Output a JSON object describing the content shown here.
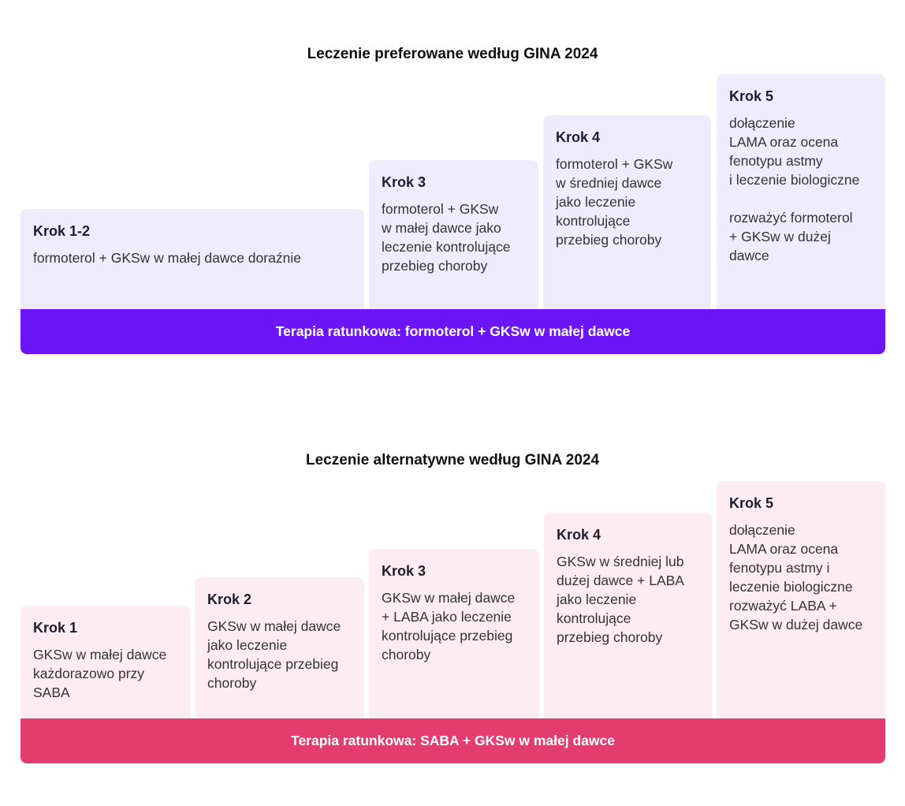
{
  "preferred": {
    "title": "Leczenie preferowane według GINA 2024",
    "steps": [
      {
        "title": "Krok 1-2",
        "text": "formoterol + GKSw w małej dawce doraźnie"
      },
      {
        "title": "Krok 3",
        "text": "formoterol + GKSw\nw małej dawce jako\nleczenie kontrolujące\nprzebieg choroby"
      },
      {
        "title": "Krok 4",
        "text": "formoterol + GKSw\nw średniej dawce\njako leczenie\nkontrolujące\nprzebieg choroby"
      },
      {
        "title": "Krok 5",
        "text": "dołączenie\nLAMA oraz ocena\nfenotypu astmy\ni leczenie biologiczne\n\nrozważyć formoterol\n+ GKSw w dużej\ndawce"
      }
    ],
    "rescue": "Terapia ratunkowa: formoterol + GKSw w małej dawce"
  },
  "alternative": {
    "title": "Leczenie alternatywne według GINA 2024",
    "steps": [
      {
        "title": "Krok 1",
        "text": "GKSw w małej dawce\nkażdorazowo przy\nSABA"
      },
      {
        "title": "Krok 2",
        "text": "GKSw w małej dawce\njako leczenie\nkontrolujące przebieg\nchoroby"
      },
      {
        "title": "Krok 3",
        "text": "GKSw w małej dawce\n+ LABA jako leczenie\nkontrolujące przebieg\nchoroby"
      },
      {
        "title": "Krok 4",
        "text": "GKSw w średniej lub\ndużej dawce + LABA\njako leczenie\nkontrolujące\nprzebieg choroby"
      },
      {
        "title": "Krok 5",
        "text": "dołączenie\nLAMA oraz ocena\nfenotypu astmy i\nleczenie biologiczne\nrozważyć LABA +\nGKSw w dużej dawce"
      }
    ],
    "rescue": "Terapia ratunkowa: SABA + GKSw w małej dawce"
  },
  "colors": {
    "preferred_step_bg": "#efedfd",
    "preferred_bar": "#6c15f7",
    "alternative_step_bg": "#fdedf3",
    "alternative_bar": "#e23d6e"
  }
}
